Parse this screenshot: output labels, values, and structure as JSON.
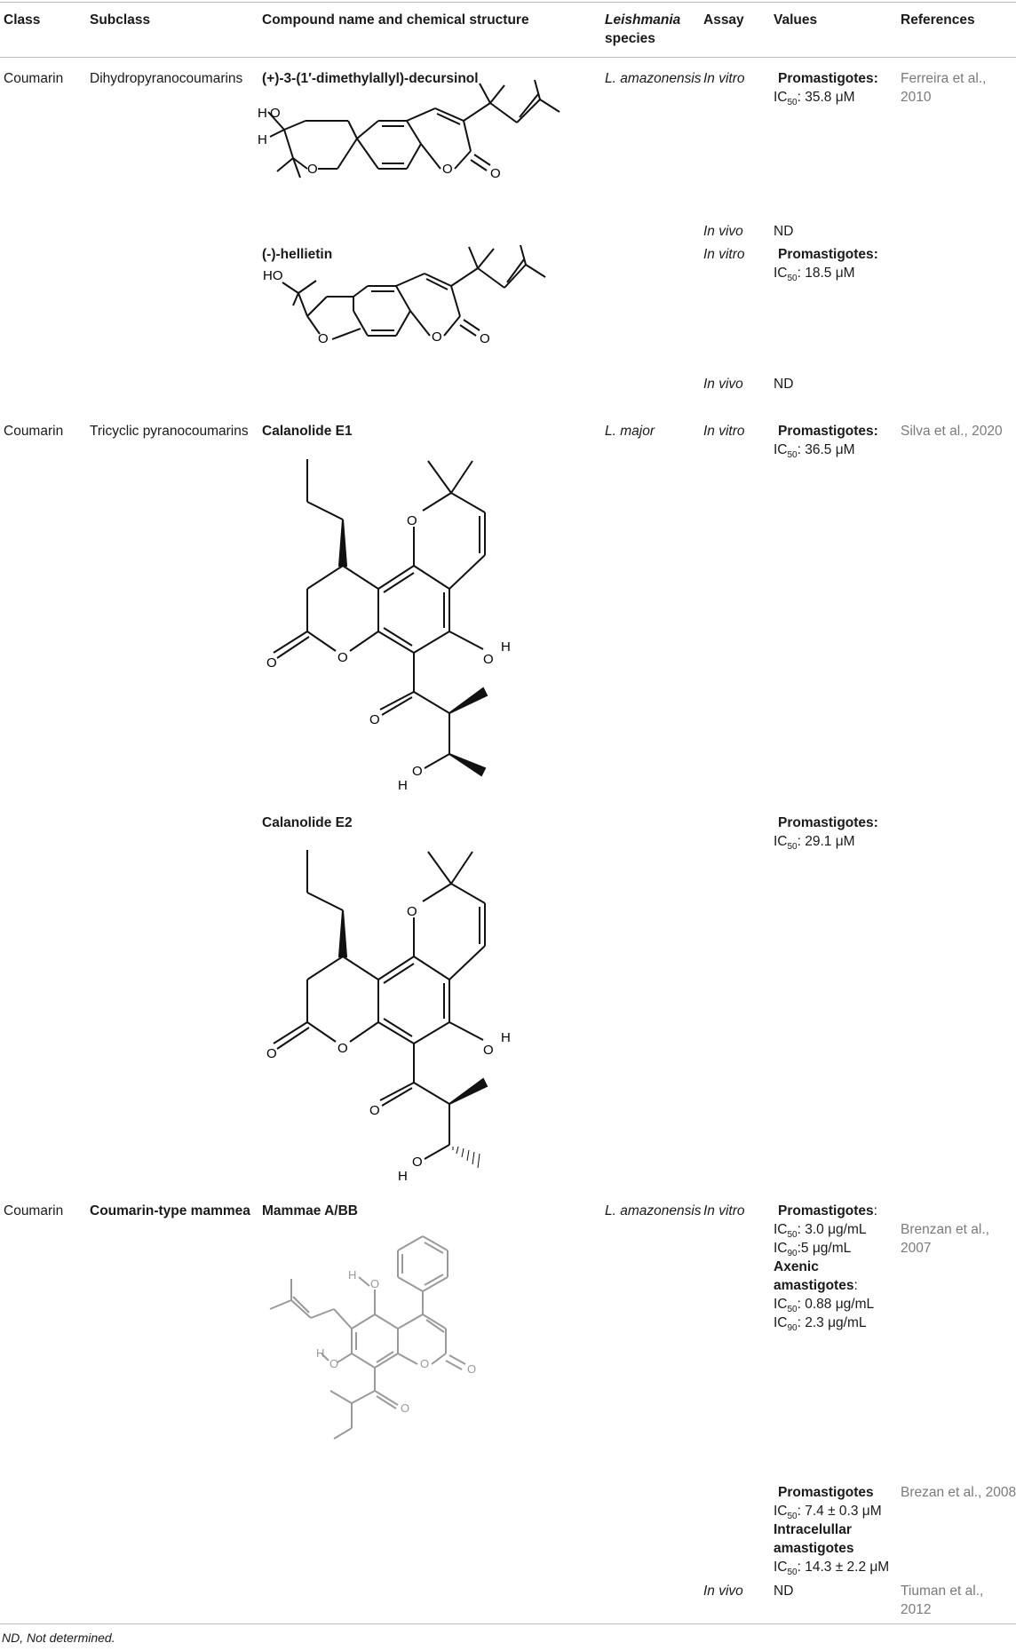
{
  "header": {
    "class": "Class",
    "subclass": "Subclass",
    "compound": "Compound name and chemical structure",
    "species_line1": "Leishmania",
    "species_line2": "species",
    "assay": "Assay",
    "values": "Values",
    "references": "References"
  },
  "rows": [
    {
      "class": "Coumarin",
      "subclass": "Dihydropyranocoumarins",
      "species": "L. amazonensis",
      "compounds": [
        {
          "name": "(+)-3-(1′-dimethylallyl)-decursinol",
          "assay1": "In vitro",
          "stage": "Promastigotes:",
          "ic_pre": "IC",
          "ic_sub": "50",
          "ic_val": ": 35.8 μM",
          "assay2": "In vivo",
          "nd": "ND",
          "atoms": {
            "h1": "H",
            "o1": "O",
            "h2": "H",
            "o_ring": "O",
            "o_lac": "O",
            "o_keto": "O"
          }
        },
        {
          "name": "(-)-hellietin",
          "assay1": "In vitro",
          "stage": "Promastigotes:",
          "ic_pre": "IC",
          "ic_sub": "50",
          "ic_val": ": 18.5 μM",
          "assay2": "In vivo",
          "nd": "ND",
          "atoms": {
            "ho": "HO",
            "o_ring": "O",
            "o_lac": "O",
            "o_keto": "O"
          }
        }
      ],
      "reference": [
        "Ferreira et al.,",
        "2010"
      ]
    },
    {
      "class": "Coumarin",
      "subclass": "Tricyclic pyranocoumarins",
      "species": "L. major",
      "assay": "In vitro",
      "reference": "Silva et al., 2020",
      "compounds": [
        {
          "name": "Calanolide E1",
          "stage": "Promastigotes:",
          "ic_pre": "IC",
          "ic_sub": "50",
          "ic_val": ": 36.5 μM",
          "atoms": {
            "o_pyran": "O",
            "o_lactone": "O",
            "o_keto": "O",
            "o_oh": "O",
            "h_oh": "H",
            "o_acyl": "O",
            "o_side": "O",
            "h_side": "H"
          }
        },
        {
          "name": "Calanolide E2",
          "stage": "Promastigotes:",
          "ic_pre": "IC",
          "ic_sub": "50",
          "ic_val": ": 29.1 μM",
          "atoms": {
            "o_pyran": "O",
            "o_lactone": "O",
            "o_keto": "O",
            "o_oh": "O",
            "h_oh": "H",
            "o_acyl": "O",
            "o_side": "O",
            "h_side": "H"
          }
        }
      ]
    },
    {
      "class": "Coumarin",
      "subclass": "Coumarin-type mammea",
      "compound": "Mammae A/BB",
      "species": "L. amazonensis",
      "assay": "In vitro",
      "values1": {
        "stage1": "Promastigotes",
        "colon": ":",
        "ic50_pre": "IC",
        "ic50_sub": "50",
        "ic50_val": ": 3.0 μg/mL",
        "ic90_pre": "IC",
        "ic90_sub": "90",
        "ic90_val": ":5 μg/mL",
        "stage2_l1": "Axenic",
        "stage2_l2": "amastigotes",
        "ic50b_pre": "IC",
        "ic50b_sub": "50",
        "ic50b_val": ": 0.88 μg/mL",
        "ic90b_pre": "IC",
        "ic90b_sub": "90",
        "ic90b_val": ": 2.3 μg/mL"
      },
      "reference1": [
        "Brenzan et al.,",
        "2007"
      ],
      "values2": {
        "stage1": "Promastigotes",
        "ic50_pre": "IC",
        "ic50_sub": "50",
        "ic50_val": ": 7.4 ± 0.3 μM",
        "stage2_l1": "Intracelullar",
        "stage2_l2": "amastigotes",
        "ic50b_pre": "IC",
        "ic50b_sub": "50",
        "ic50b_val": ": 14.3 ± 2.2 μM"
      },
      "reference2": "Brezan et al., 2008",
      "assay2": "In vivo",
      "nd": "ND",
      "reference3": [
        "Tiuman et al.,",
        "2012"
      ],
      "atoms": {
        "h1": "H",
        "o1": "O",
        "h2": "H",
        "o2": "O",
        "o_ring": "O",
        "o_keto": "O",
        "o_acyl": "O"
      }
    }
  ],
  "footnote": "ND, Not determined.",
  "colors": {
    "rule": "#bdbdbd",
    "reference": "#7a7a7a",
    "structure_gray": "#9a9a9a"
  }
}
